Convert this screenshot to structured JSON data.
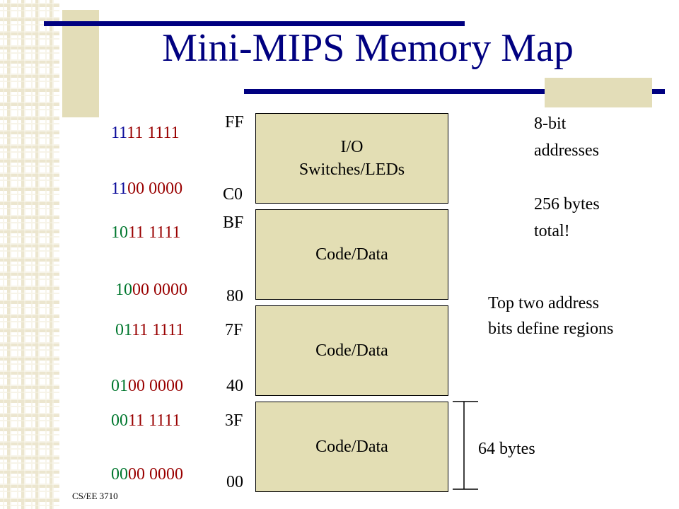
{
  "slide": {
    "title": "Mini-MIPS Memory Map",
    "footer": "CS/EE 3710"
  },
  "regions": [
    {
      "line1": "I/O",
      "line2": "Switches/LEDs"
    },
    {
      "line1": "Code/Data"
    },
    {
      "line1": "Code/Data"
    },
    {
      "line1": "Code/Data"
    }
  ],
  "hex_labels": {
    "ff": "FF",
    "c0": "C0",
    "bf": "BF",
    "x80": "80",
    "x7f": "7F",
    "x40": "40",
    "x3f": "3F",
    "x00": "00"
  },
  "binary_labels": [
    {
      "hi": "11",
      "lo": "11 1111"
    },
    {
      "hi": "11",
      "lo": "00 0000"
    },
    {
      "hi": "10",
      "lo": "11 1111"
    },
    {
      "hi": "10",
      "lo": "00 0000"
    },
    {
      "hi": "01",
      "lo": "11 1111"
    },
    {
      "hi": "01",
      "lo": "00 0000"
    },
    {
      "hi": "00",
      "lo": "11 1111"
    },
    {
      "hi": "00",
      "lo": "00 0000"
    }
  ],
  "notes": {
    "addresses_line1": "8-bit",
    "addresses_line2": "addresses",
    "total_line1": "256 bytes",
    "total_line2": "total!",
    "regions_line1": "Top two address",
    "regions_line2": "bits define regions",
    "bracket_label": "64 bytes"
  },
  "colors": {
    "title": "#000080",
    "bits_11": "#0a0a9a",
    "bits_10": "#00772e",
    "bits_01": "#00772e",
    "bits_00": "#00772e",
    "low_bits": "#990000",
    "region_fill": "#e3deb4",
    "decor_tan": "#e3ddb8",
    "decor_navy": "#000080"
  }
}
